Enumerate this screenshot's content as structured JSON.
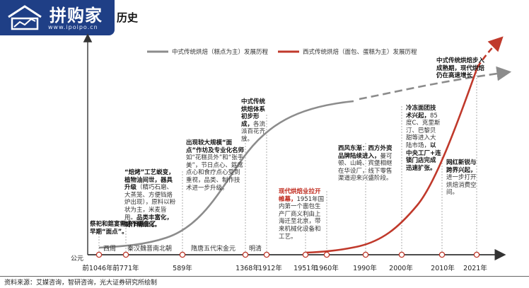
{
  "header": {
    "logo_text": "拼购家",
    "logo_url": "www.ipoipo.cn",
    "title_tail": "历史"
  },
  "source_note": "资料来源：艾媒咨询，智研咨询，光大证券研究所绘制",
  "colors": {
    "chinese_line": "#8c8c8c",
    "western_line": "#c0392b",
    "axis": "#333333",
    "brand": "#1f3f86"
  },
  "chart_data": {
    "type": "line",
    "xaxis_origin_label": "公元",
    "x_ticks": [
      "前1046年",
      "前771年",
      "589年",
      "1368年",
      "1912年",
      "1951年",
      "1960年",
      "1990年",
      "2000年",
      "2010年",
      "2021年"
    ],
    "period_labels": [
      "西周",
      "秦汉魏晋南北朝",
      "隋唐五代宋金元",
      "明清"
    ],
    "legend": [
      {
        "name": "中式传统烘焙（糕点为主）发展历程",
        "color": "#8c8c8c"
      },
      {
        "name": "西式传统烘焙（面包、蛋糕为主）发展历程",
        "color": "#c0392b"
      }
    ],
    "legend_placement": "top",
    "series": [
      {
        "name": "中式传统烘焙（糕点为主）发展历程",
        "style": "solid then dashed after 1990年, arrow",
        "shape": "slow rise, steep growth from 589年 to 1912年, flattening, then dashed continuation"
      },
      {
        "name": "西式传统烘焙（面包、蛋糕为主）发展历程",
        "style": "solid then dashed after 2021年, arrow",
        "shape": "flat until 1951年, gradual rise through 2000年, steep rise to 2021年"
      }
    ],
    "annotations": [
      {
        "bold": "祭祀和筵宴需求下诞生了早期“面点”。",
        "text": ""
      },
      {
        "bold": "“焙烤”工艺蜕变，植物油间世，器具升级",
        "text": "（精巧石磨、大蒸笼、方便铛烙炉出现），原料以粉状为主，米麦皆用。",
        "bold2": "品类丰富化，制作精细化。"
      },
      {
        "bold": "出现较大规模“面点”作坊及专业化名师",
        "text": "如“花糕员外”和“张手美”，节日点心、筵席点心和食疗点心受到重视，品类、制作技术进一步升级。"
      },
      {
        "bold": "中式传统烘焙体系初步形成，",
        "text": "各流派百花齐放。"
      },
      {
        "bold": "现代烘焙业拉开帷幕，",
        "text": "1951年国内第一个面包生产厂商义利由上海迁至北京，带来机械化设备和工艺。",
        "red": true
      },
      {
        "bold": "西风东渐：西方外资品牌陆续进入，",
        "text": "曼可顿、山崎、宾堡相继在华设厂，线下零售渠道迎来兴盛阶段。"
      },
      {
        "bold": "冷冻面团技术兴起，",
        "text": "85度C、克里斯汀、巴黎贝甜等进入大陆市场，",
        "bold2": "以中央工厂+连锁门店完成迅速扩张。"
      },
      {
        "bold": "网红新锐与跨界兴起，",
        "text": "进一步打开烘焙消费空间。"
      },
      {
        "bold": "中式传统烘焙步入成熟期，现代烘焙仍在高速增长",
        "text": ""
      }
    ]
  }
}
